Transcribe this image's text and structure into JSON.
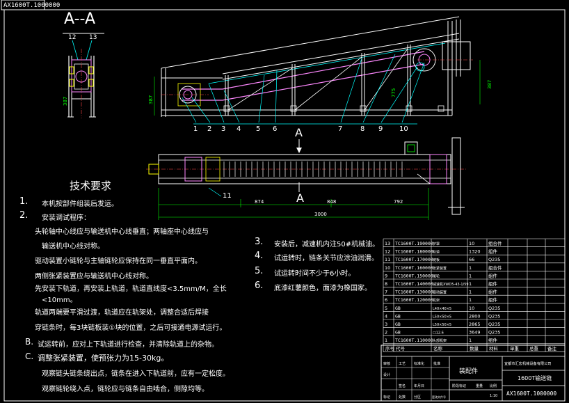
{
  "drawing_code": "AX1600T.1000000",
  "section_label": "A--A",
  "section_marker": "A",
  "callouts": {
    "section": [
      "12",
      "13"
    ],
    "main": [
      "1",
      "2",
      "3",
      "4",
      "5",
      "6",
      "7",
      "8",
      "9",
      "10"
    ],
    "plan": [
      "11"
    ]
  },
  "dimensions": {
    "section_height": "387",
    "main_left": "387",
    "main_right": "387",
    "main_mid": "775",
    "plan_segments": [
      "874",
      "848",
      "792"
    ],
    "plan_total": "3000"
  },
  "requirements": {
    "title": "技术要求",
    "items": [
      {
        "num": "1.",
        "text": "本机按部件组装后发运。"
      },
      {
        "num": "2.",
        "text": "安装调试程序："
      },
      {
        "num": "",
        "text": "头轮轴中心线应与输送机中心线垂直；两轴座中心线应与"
      },
      {
        "num": "",
        "text": "输送机中心线对称。"
      },
      {
        "num": "",
        "text": "驱动装置小链轮与主轴链轮应保持在同一垂直平面内。"
      },
      {
        "num": "",
        "text": "两侧张紧装置应与输送机中心线对称。"
      },
      {
        "num": "",
        "text": "先安装下轨道，再安装上轨道，轨道直线度<3.5mm/M，全长"
      },
      {
        "num": "",
        "text": "<10mm。"
      },
      {
        "num": "",
        "text": "轨道两端要平滑过渡，轨道应在轨架处，调整合适后焊接"
      },
      {
        "num": "",
        "text": "穿链条时，每3块链板装①块的位置，之后可接通电源试运行。"
      },
      {
        "num": "B.",
        "text": "试运转前，应对上下轨道进行检查，并清除轨道上的杂物。"
      },
      {
        "num": "C.",
        "text": "调整张紧装置，使预张力为15-30kg。"
      },
      {
        "num": "",
        "text": "观察链头链条绕出点，链条在进入下轨道前，应有一定松度。"
      },
      {
        "num": "",
        "text": "观察链轮绕入点，链轮应与链条自由啮合，侧隙均等。"
      },
      {
        "num": "3.",
        "text": "安装后，减速机内注50#机械油。"
      },
      {
        "num": "4.",
        "text": "试运转时，链条关节应涂油润滑。"
      },
      {
        "num": "5.",
        "text": "试运转时间不少于6小时。"
      },
      {
        "num": "6.",
        "text": "底漆红薯颜色，面漆为橡国家。"
      }
    ]
  },
  "bom": {
    "rows": [
      {
        "seq": "13",
        "code": "TC1600T.190000",
        "name": "护罩",
        "qty": "10",
        "mat": "组合件"
      },
      {
        "seq": "12",
        "code": "TC1600T.180000",
        "name": "轨道",
        "qty": "1320",
        "mat": "组件"
      },
      {
        "seq": "11",
        "code": "TC1600T.170000",
        "name": "链板",
        "qty": "66",
        "mat": "Q235"
      },
      {
        "seq": "10",
        "code": "TC1600T.160000",
        "name": "张紧装置",
        "qty": "1",
        "mat": "组合件"
      },
      {
        "seq": "9",
        "code": "TC1600T.150000",
        "name": "尾轮",
        "qty": "1",
        "mat": "组件"
      },
      {
        "seq": "8",
        "code": "TC1600T.140000",
        "name": "减速机XWD5-43-1/59",
        "qty": "1",
        "mat": "组件"
      },
      {
        "seq": "7",
        "code": "TC1600T.130000",
        "name": "驱动装置",
        "qty": "1",
        "mat": "组件"
      },
      {
        "seq": "6",
        "code": "TC1600T.120000",
        "name": "机架",
        "qty": "1",
        "mat": "组件"
      },
      {
        "seq": "5",
        "code": "GB",
        "name": "L40×40×5",
        "qty": "10",
        "mat": "Q235"
      },
      {
        "seq": "4",
        "code": "GB",
        "name": "L50×50×5",
        "qty": "2800",
        "mat": "Q235"
      },
      {
        "seq": "3",
        "code": "GB",
        "name": "L50×50×5",
        "qty": "2865",
        "mat": "Q235"
      },
      {
        "seq": "2",
        "code": "GB",
        "name": "□12.6",
        "qty": "3649",
        "mat": "Q235"
      },
      {
        "seq": "1",
        "code": "TC1600T.110000",
        "name": "头部机架",
        "qty": "1",
        "mat": "组件"
      }
    ],
    "header": {
      "seq": "序号",
      "code": "代号",
      "name": "名称",
      "qty": "数量",
      "mat": "材料",
      "w1": "单重",
      "w2": "总重",
      "note": "备注"
    }
  },
  "title_block": {
    "assembly": "装配件",
    "company": "宜都市汇宏机械设备有限公司",
    "product": "1600T输送链",
    "code": "AX1600T.1000000",
    "row_labels": [
      "标记",
      "处数",
      "分区",
      "更改文件号",
      "签名",
      "年月日"
    ],
    "sign_labels": [
      "设计",
      "审核",
      "工艺",
      "标准化",
      "批准"
    ],
    "stage": [
      "阶段标记",
      "重量",
      "比例"
    ],
    "scale": "1:10"
  },
  "colors": {
    "line": "#ffffff",
    "construction": "#ffff00",
    "centerline": "#ff4040",
    "chain": "#ff80ff",
    "accent": "#00ffff",
    "green": "#66ff66"
  }
}
